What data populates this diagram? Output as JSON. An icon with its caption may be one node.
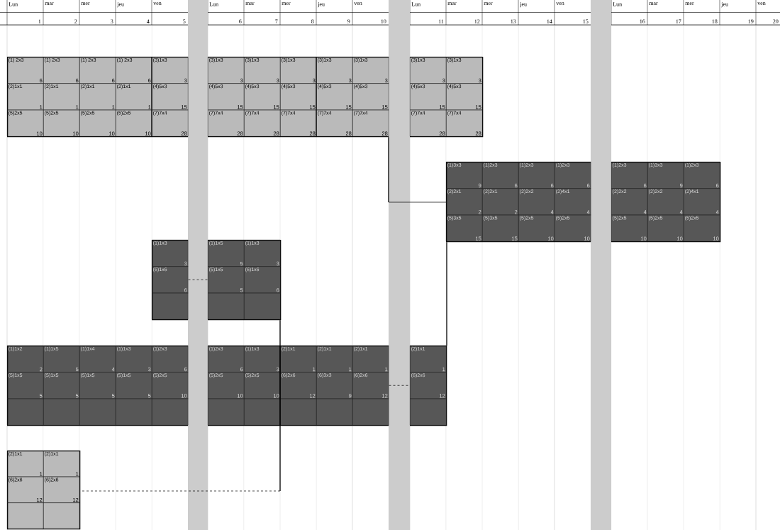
{
  "diagram": {
    "nodes": [
      {
        "text": [],
        "shape": "bar"
      },
      {
        "text": [
          "(1) 2x3",
          "6"
        ],
        "in": 0
      },
      {
        "text": [
          "(1) 2x3",
          "6"
        ],
        "in": 0
      },
      {
        "text": [
          "(1) 2x3",
          "6"
        ],
        "in": 0
      },
      {
        "text": [
          "(1) 2x3",
          "6"
        ],
        "in": 0
      },
      {
        "text": [
          "(3)1x3",
          "3"
        ],
        "in": 0
      },
      {
        "text": [
          "(3)1x3",
          "3"
        ],
        "in": 0
      },
      {
        "text": [
          "(3)1x3",
          "3"
        ],
        "in": 0
      },
      {
        "text": [
          "(3)1x3",
          "3"
        ],
        "in": 0
      },
      {
        "text": [
          "(3)1x3",
          "3"
        ],
        "in": 0
      },
      {
        "text": [
          "(3)1x3",
          "3"
        ],
        "in": 0
      },
      {
        "text": [
          "(3)1x3",
          "3"
        ],
        "in": 0
      },
      {
        "text": [
          "(3)1x3",
          "3"
        ],
        "in": 0
      },
      {
        "text": [
          "(2)1x1",
          "1"
        ],
        "in": 0
      },
      {
        "text": [
          "(2)1x1",
          "1"
        ],
        "in": 0
      },
      {
        "text": [
          "(2)1x1",
          "1"
        ],
        "in": 0
      },
      {
        "text": [
          "(2)1x1",
          "1"
        ],
        "in": 0
      },
      {
        "text": [
          "(4)5x3",
          "15"
        ],
        "in": 0
      },
      {
        "text": [
          "(4)5x3",
          "15"
        ],
        "in": 0
      },
      {
        "text": [
          "(4)5x3",
          "15"
        ],
        "in": 0
      },
      {
        "text": [
          "(4)5x3",
          "15"
        ],
        "in": 0
      },
      {
        "text": [
          "(4)5x3",
          "15"
        ],
        "in": 0
      },
      {
        "text": [
          "(4)5x3",
          "15"
        ],
        "in": 0
      },
      {
        "text": [
          "(4)5x3",
          "15"
        ],
        "in": 0
      },
      {
        "text": [
          "(4)5x3",
          "15"
        ],
        "in": 0
      },
      {
        "text": [
          "(5)2x5",
          "10"
        ],
        "in": 0
      },
      {
        "text": [
          "(5)2x5",
          "10"
        ],
        "in": 0
      },
      {
        "text": [
          "(5)2x5",
          "10"
        ],
        "in": 0
      },
      {
        "text": [
          "(5)2x5",
          "10"
        ],
        "in": 0
      },
      {
        "text": [
          "(7)7x4",
          "28"
        ],
        "in": 0
      },
      {
        "text": [
          "(7)7x4",
          "28"
        ],
        "in": 0
      },
      {
        "text": [
          "(7)7x4",
          "28"
        ],
        "in": 0
      },
      {
        "text": [
          "(7)7x4",
          "28"
        ],
        "in": 0
      },
      {
        "text": [
          "(7)7x4",
          "28"
        ],
        "in": 0
      },
      {
        "text": [
          "(7)7x4",
          "28"
        ],
        "in": 0
      },
      {
        "text": [
          "(7)7x4",
          "28"
        ],
        "in": 0
      },
      {
        "text": [
          "(7)7x4",
          "28"
        ],
        "in": 0
      },
      {
        "text": [],
        "shape": "bar"
      },
      {
        "text": [
          "(1)3x3",
          "9"
        ],
        "in": 37
      },
      {
        "text": [
          "(1)2x3",
          "6"
        ],
        "in": 37
      },
      {
        "text": [
          "(1)2x3",
          "6"
        ],
        "in": 37
      },
      {
        "text": [
          "(1)2x3",
          "6"
        ],
        "in": 37
      },
      {
        "text": [
          "(1)2x3",
          "6"
        ],
        "in": 37
      },
      {
        "text": [
          "(1)3x3",
          "9"
        ],
        "in": 37
      },
      {
        "text": [
          "(1)2x3",
          "6"
        ],
        "in": 37
      },
      {
        "text": [
          "(2)2x1",
          "2"
        ],
        "in": 37
      },
      {
        "text": [
          "(2)2x1",
          "2"
        ],
        "in": 37
      },
      {
        "text": [
          "(2)2x2",
          "4"
        ],
        "in": 37
      },
      {
        "text": [
          "(2)4x1",
          "4"
        ],
        "in": 37
      },
      {
        "text": [
          "(2)2x2",
          "4"
        ],
        "in": 37
      },
      {
        "text": [
          "(2)2x2",
          "4"
        ],
        "in": 37
      },
      {
        "text": [
          "(2)4x1",
          "4"
        ],
        "in": 37
      },
      {
        "text": [
          "(5)3x5",
          "15"
        ],
        "in": 37
      },
      {
        "text": [
          "(5)3x5",
          "15"
        ],
        "in": 37
      },
      {
        "text": [
          "(5)2x5",
          "10"
        ],
        "in": 37
      },
      {
        "text": [
          "(5)2x5",
          "10"
        ],
        "in": 37
      },
      {
        "text": [
          "(5)2x5",
          "10"
        ],
        "in": 37
      },
      {
        "text": [
          "(5)2x5",
          "10"
        ],
        "in": 37
      },
      {
        "text": [
          "(5)2x5",
          "10"
        ],
        "in": 37
      },
      {
        "text": [],
        "shape": "bar"
      },
      {
        "text": [
          "(1)1x3",
          "3"
        ],
        "in": 59
      },
      {
        "text": [
          "(1)1x5",
          "5"
        ],
        "in": 59
      },
      {
        "text": [
          "(1)1x3",
          "3"
        ],
        "in": 59
      },
      {
        "text": [
          "(6)1x6",
          "6"
        ],
        "in": 59
      },
      {
        "text": [
          "(5)1x5",
          "5"
        ],
        "in": 59
      },
      {
        "text": [
          "(6)1x6",
          "6"
        ],
        "in": 59
      },
      {
        "text": [],
        "shape": "box",
        "in": 59
      },
      {
        "text": [],
        "shape": "box",
        "in": 59
      },
      {
        "text": [],
        "shape": "box",
        "in": 59
      },
      {
        "text": [],
        "shape": "bar"
      },
      {
        "text": [
          "(1)1x2",
          "2"
        ],
        "in": 69
      },
      {
        "text": [
          "(1)1x5",
          "5"
        ],
        "in": 69
      },
      {
        "text": [
          "(1)1x4",
          "4"
        ],
        "in": 69
      },
      {
        "text": [
          "(1)1x3",
          "3"
        ],
        "in": 69
      },
      {
        "text": [
          "(1)2x3",
          "6"
        ],
        "in": 69
      },
      {
        "text": [
          "(1)2x3",
          "6"
        ],
        "in": 69
      },
      {
        "text": [
          "(1)1x3",
          "3"
        ],
        "in": 69
      },
      {
        "text": [
          "(2)1x1",
          "1"
        ],
        "in": 69
      },
      {
        "text": [
          "(2)1x1",
          "1"
        ],
        "in": 69
      },
      {
        "text": [
          "(2)1x1",
          "1"
        ],
        "in": 69
      },
      {
        "text": [
          "(2)1x1",
          "1"
        ],
        "in": 69
      },
      {
        "text": [
          "(5)1x5",
          "5"
        ],
        "in": 69
      },
      {
        "text": [
          "(5)1x5",
          "5"
        ],
        "in": 69
      },
      {
        "text": [
          "(5)1x5",
          "5"
        ],
        "in": 69
      },
      {
        "text": [
          "(5)1x5",
          "5"
        ],
        "in": 69
      },
      {
        "text": [
          "(5)2x5",
          "10"
        ],
        "in": 69
      },
      {
        "text": [
          "(5)2x5",
          "10"
        ],
        "in": 69
      },
      {
        "text": [
          "(5)2x5",
          "10"
        ],
        "in": 69
      },
      {
        "text": [
          "(6)2x6",
          "12"
        ],
        "in": 69
      },
      {
        "text": [
          "(6)3x3",
          "9"
        ],
        "in": 69
      },
      {
        "text": [
          "(6)2x6",
          "12"
        ],
        "in": 69
      },
      {
        "text": [
          "(6)2x6",
          "12"
        ],
        "in": 69
      },
      {
        "text": [],
        "shape": "box",
        "in": 69
      },
      {
        "text": [],
        "shape": "box",
        "in": 69
      },
      {
        "text": [],
        "shape": "box",
        "in": 69
      },
      {
        "text": [],
        "shape": "box",
        "in": 69
      },
      {
        "text": [],
        "shape": "box",
        "in": 69
      },
      {
        "text": [],
        "shape": "box",
        "in": 69
      },
      {
        "text": [],
        "shape": "box",
        "in": 69
      },
      {
        "text": [],
        "shape": "box",
        "in": 69
      },
      {
        "text": [],
        "shape": "box",
        "in": 69
      },
      {
        "text": [],
        "shape": "box",
        "in": 69
      },
      {
        "text": [],
        "shape": "box",
        "in": 69
      },
      {
        "text": [],
        "shape": "bar"
      },
      {
        "text": [
          "(2)1x1",
          "1"
        ],
        "in": 103
      },
      {
        "text": [
          "(2)1x1",
          "1"
        ],
        "in": 103
      },
      {
        "text": [
          "(6)2x6",
          "12"
        ],
        "in": 103
      },
      {
        "text": [
          "(6)2x6",
          "12"
        ],
        "in": 103
      },
      {
        "text": [],
        "shape": "box",
        "in": 103
      },
      {
        "text": [],
        "shape": "box",
        "in": 103
      }
    ],
    "edges": [
      {
        "from": 0,
        "to": 37,
        "arrow": "none"
      },
      {
        "from": 37,
        "to": 69,
        "arrow": "none"
      },
      {
        "from": 59,
        "to": 103,
        "arrow": "none",
        "style": "dashed"
      },
      {
        "from": 63,
        "to": 64,
        "arrow": "none",
        "style": "dashed"
      },
      {
        "from": 90,
        "to": 91,
        "arrow": "none",
        "style": "dashed"
      }
    ],
    "labels": [
      "Lun",
      "mar",
      "mer",
      "jeu",
      "ven",
      "Lun",
      "mar",
      "mer",
      "jeu",
      "ven",
      "Lun",
      "mar",
      "mer",
      "jeu",
      "ven",
      "Lun",
      "mar",
      "mer",
      "jeu",
      "ven",
      "1",
      "2",
      "3",
      "4",
      "5",
      "6",
      "7",
      "8",
      "9",
      "10",
      "11",
      "12",
      "13",
      "14",
      "15",
      "16",
      "17",
      "18",
      "19",
      "20"
    ]
  }
}
